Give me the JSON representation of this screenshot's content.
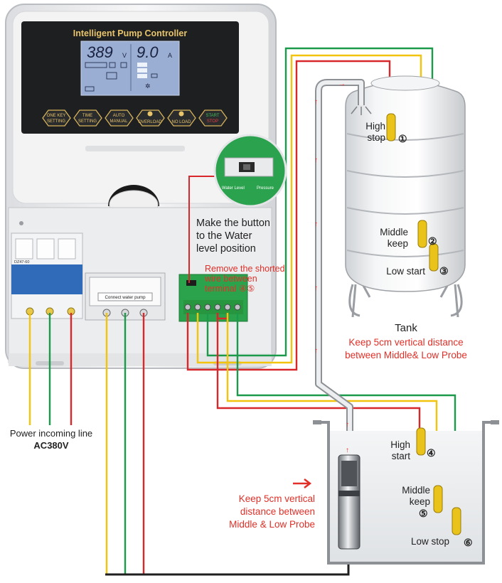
{
  "controller": {
    "title": "Intelligent Pump Controller",
    "voltage_reading": "389",
    "voltage_unit": "V",
    "current_reading": "9.0",
    "current_unit": "A",
    "buttons": [
      {
        "line1": "ONE KEY",
        "line2": "SETTING"
      },
      {
        "line1": "TIME",
        "line2": "SETTING"
      },
      {
        "line1": "AUTO",
        "line2": "MANUAL"
      },
      {
        "line1": "",
        "line2": "OVERLOAD"
      },
      {
        "line1": "",
        "line2": "NO LOAD"
      },
      {
        "line1": "START",
        "line2": "STOP"
      }
    ],
    "breaker_label": "DZ47-60",
    "contactor_label": "Connect water pump",
    "switch_left": "Water Level",
    "switch_right": "Pressure"
  },
  "annotations": {
    "button_position": [
      "Make the button",
      "to the Water",
      "level position"
    ],
    "shorted_wire": [
      "Remove the shorted",
      "wire between",
      "terminal ④⑤"
    ],
    "power_line": "Power incoming line",
    "power_spec": "AC380V",
    "tank_label": "Tank",
    "tank_distance": [
      "Keep 5cm vertical distance",
      "between Middle& Low Probe"
    ],
    "well_distance": [
      "Keep 5cm vertical",
      "distance between",
      "Middle & Low Probe"
    ]
  },
  "probes": {
    "p1": {
      "line1": "High",
      "line2": "stop",
      "num": "①"
    },
    "p2": {
      "line1": "Middle",
      "line2": "keep",
      "num": "②"
    },
    "p3": {
      "line1": "Low start",
      "num": "③"
    },
    "p4": {
      "line1": "High",
      "line2": "start",
      "num": "④"
    },
    "p5": {
      "line1": "Middle",
      "line2": "keep",
      "num": "⑤"
    },
    "p6": {
      "line1": "Low stop",
      "num": "⑥"
    }
  },
  "colors": {
    "wire_red": "#d8282c",
    "wire_yellow": "#f2c40e",
    "wire_green": "#1c9a4c",
    "annotation_red": "#e03028",
    "lcd_blue": "#9aaed4"
  }
}
